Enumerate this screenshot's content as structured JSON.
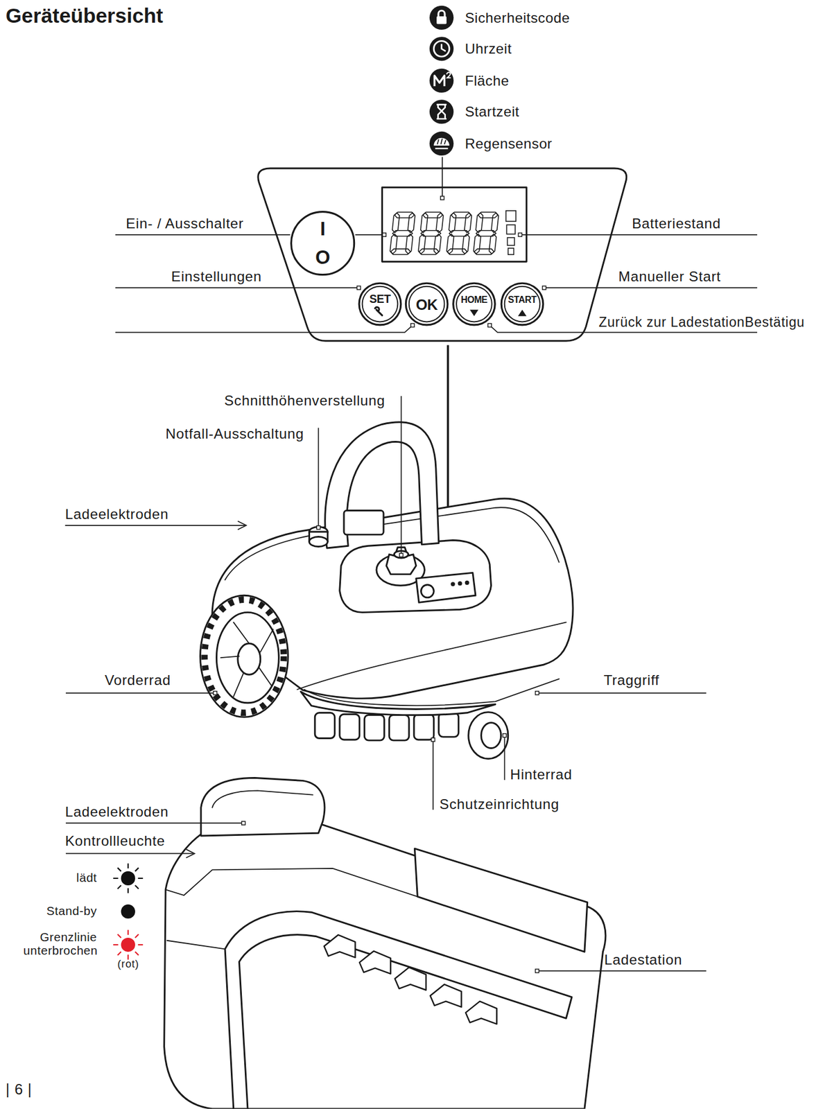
{
  "diagram": {
    "title": "Geräteübersicht",
    "nodes": [
      {
        "text": [
          "I",
          "O"
        ]
      },
      {
        "text": [
          "SET"
        ]
      },
      {
        "text": [
          "OK"
        ]
      },
      {
        "text": [
          "HOME"
        ]
      },
      {
        "text": [
          "START"
        ]
      }
    ],
    "labels": [
      "Ein- / Ausschalter",
      "Batteriestand",
      "Einstellungen",
      "Manueller Start",
      "Zurück zur LadestationBestätigu",
      "Schnitthöhenverstellung",
      "Notfall-Ausschaltung",
      "Ladeelektroden",
      "Vorderrad",
      "Traggriff",
      "Hinterrad",
      "Schutzeinrichtung",
      "Ladeelektroden",
      "Kontrollleuchte",
      "(rot)",
      "Ladestation",
      "| 6 |"
    ],
    "legend": [
      {
        "text": "Sicherheitscode"
      },
      {
        "text": "Uhrzeit"
      },
      {
        "text": "Fläche"
      },
      {
        "text": "Startzeit"
      },
      {
        "text": "Regensensor"
      },
      {
        "text": "lädt",
        "color": "#111111"
      },
      {
        "text": "Stand-by",
        "color": "#111111"
      },
      {
        "text": "Grenzlinie unterbrochen",
        "color": "#e3202b"
      }
    ]
  }
}
